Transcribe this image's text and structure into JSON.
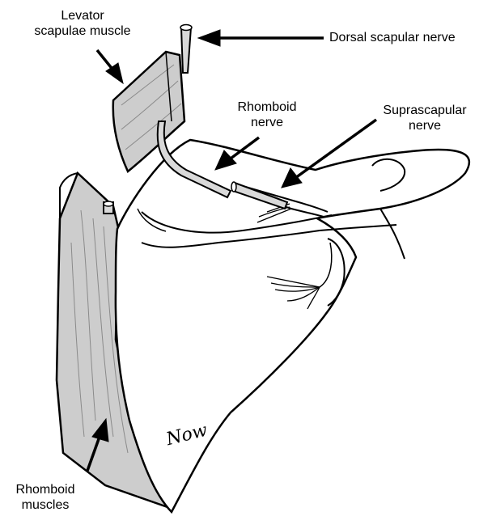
{
  "labels": {
    "levator": [
      "Levator",
      "scapulae muscle"
    ],
    "dorsal": "Dorsal scapular nerve",
    "rhomboid_nerve": [
      "Rhomboid",
      "nerve"
    ],
    "suprascapular": [
      "Suprascapular",
      "nerve"
    ],
    "rhomboid_muscles": [
      "Rhomboid",
      "muscles"
    ]
  },
  "signature": "Now",
  "colors": {
    "muscle_fill": "#cdcdcd",
    "muscle_dark": "#b3b3b3",
    "nerve_fill": "#d9d9d9",
    "ink": "#000000",
    "bone_fill": "#ffffff"
  }
}
